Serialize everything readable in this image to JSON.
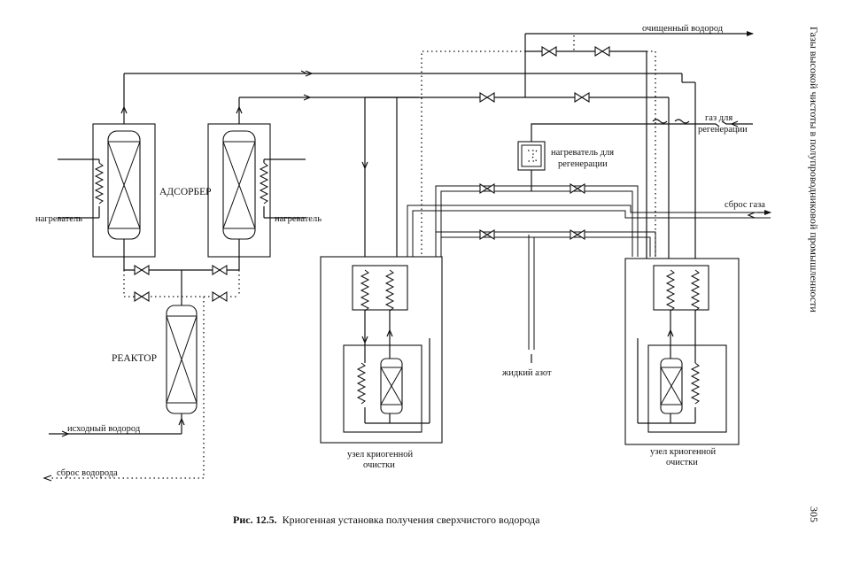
{
  "labels": {
    "adsorber": "АДСОРБЕР",
    "heater_left": "нагреватель",
    "heater_right": "нагреватель",
    "reactor": "РЕАКТОР",
    "feed_hydrogen": "исходный водород",
    "hydrogen_vent": "сброс водорода",
    "purified_hydrogen": "очищенный водород",
    "regen_gas_1": "газ для",
    "regen_gas_2": "регенерации",
    "regen_heater_1": "нагреватель для",
    "regen_heater_2": "регенерации",
    "gas_vent": "сброс газа",
    "liquid_nitrogen": "жидкий азот",
    "cryo_unit_left_1": "узел криогенной",
    "cryo_unit_left_2": "очистки",
    "cryo_unit_right_1": "узел криогенной",
    "cryo_unit_right_2": "очистки"
  },
  "caption": {
    "number": "Рис. 12.5.",
    "text": "Криогенная установка получения сверхчистого водорода"
  },
  "side": {
    "running_title": "Газы высокой чистоты в полупроводниковой промышленности",
    "page_number": "305"
  }
}
